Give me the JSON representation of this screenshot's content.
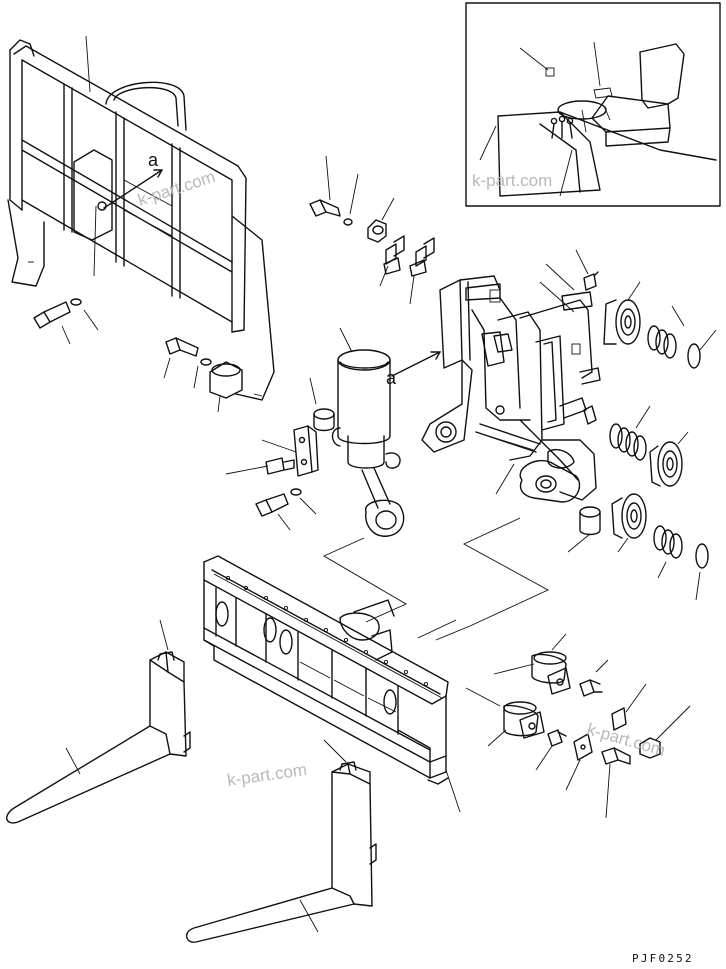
{
  "diagram": {
    "arrow_label_top": "a",
    "arrow_label_middle": "a",
    "watermarks": [
      "k-part.com",
      "k-part.com",
      "k-part.com"
    ],
    "drawing_code": "PJF0252"
  }
}
